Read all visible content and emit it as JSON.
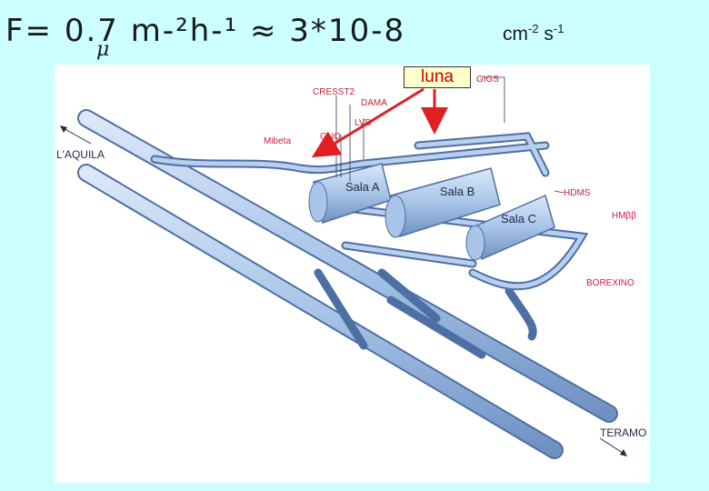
{
  "header": {
    "symbols": "F= 0.7 m-²h-¹ ≈ 3*10-8",
    "mu": "μ",
    "units_base": "cm",
    "units_exp1": "-2",
    "units_s": "s",
    "units_exp2": "-1"
  },
  "highlight_label": "luna",
  "labels": {
    "cresst2": "CRESST2",
    "dama": "DAMA",
    "lvd": "LVD",
    "gno": "GNO",
    "mibeta": "Mibeta",
    "gigs": "GIGS",
    "hdms": "HDMS",
    "hmbb": "HMββ",
    "borexino": "BOREXINO",
    "laquila": "L'AQUILA",
    "teramo": "TERAMO",
    "sala_a": "Sala A",
    "sala_b": "Sala B",
    "sala_c": "Sala C"
  },
  "colors": {
    "tunnel": "#a8c4e8",
    "tunnel_edge": "#4d6fa3",
    "arrow": "#e02020",
    "label": "#c8203a"
  }
}
